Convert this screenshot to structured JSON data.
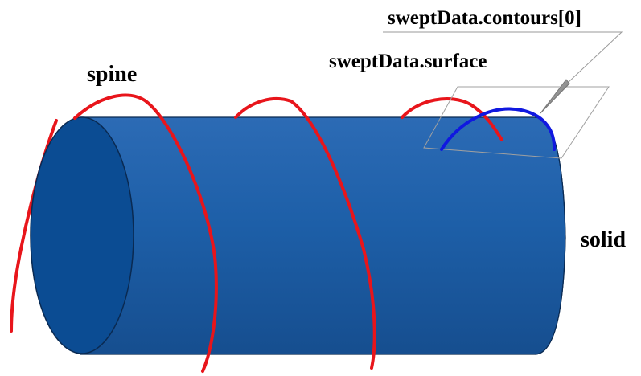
{
  "labels": {
    "contour": "sweptData.contours[0]",
    "surface": "sweptData.surface",
    "spine": "spine",
    "solid": "solid"
  },
  "colors": {
    "cylinder_body": "#1d5fa8",
    "cylinder_face": "#0b4c93",
    "cylinder_edge": "#0a2a52",
    "spine": "#e8151b",
    "contour": "#1018e0",
    "surface_plane": "#9a9a9a",
    "leader": "#9a9a9a",
    "label": "#000000",
    "background": "#ffffff"
  }
}
